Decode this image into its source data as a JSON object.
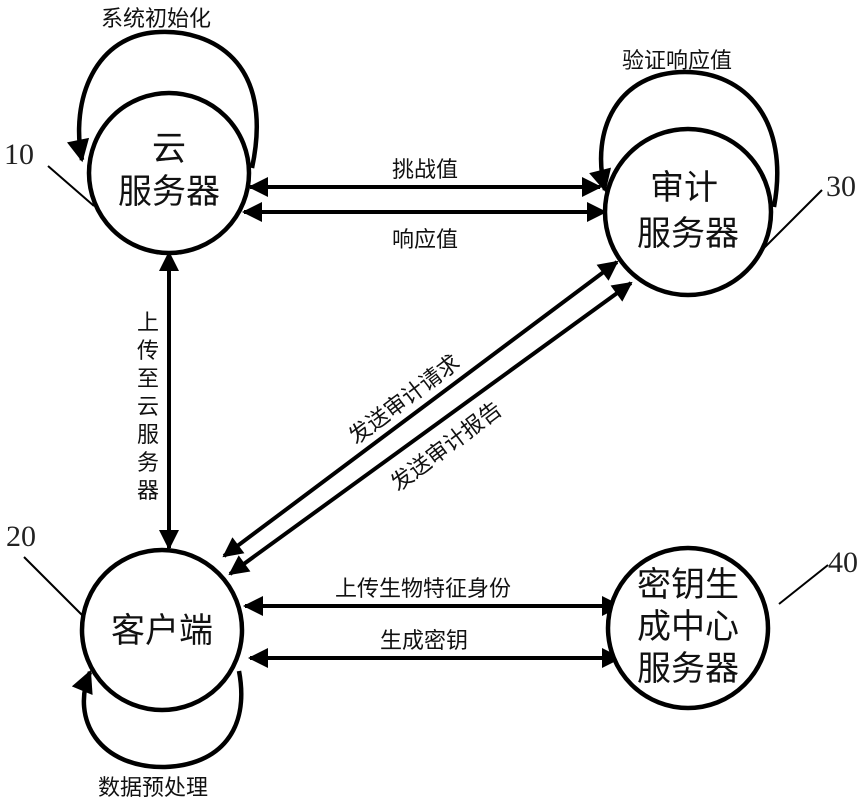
{
  "nodes": {
    "cloud": {
      "ref": "10",
      "line1": "云",
      "line2": "服务器",
      "self_loop": "系统初始化"
    },
    "audit": {
      "ref": "30",
      "line1": "审计",
      "line2": "服务器",
      "self_loop": "验证响应值"
    },
    "client": {
      "ref": "20",
      "line1": "客户端",
      "self_loop": "数据预处理"
    },
    "keygen": {
      "ref": "40",
      "line1": "密钥生",
      "line2": "成中心",
      "line3": "服务器"
    }
  },
  "edges": {
    "challenge": "挑战值",
    "response": "响应值",
    "upload_cloud": [
      "上",
      "传",
      "至",
      "云",
      "服",
      "务",
      "器"
    ],
    "send_request": "发送审计请求",
    "send_report": "发送审计报告",
    "upload_bio": "上传生物特征身份",
    "gen_key": "生成密钥"
  }
}
